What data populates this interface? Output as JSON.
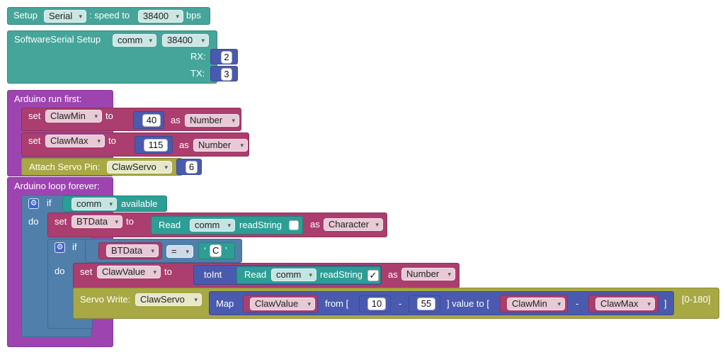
{
  "setup": {
    "label_setup": "Setup",
    "port": "Serial",
    "label_speed": ": speed to",
    "baud": "38400",
    "label_bps": "bps"
  },
  "software_serial": {
    "label": "SoftwareSerial Setup",
    "name": "comm",
    "baud": "38400",
    "rx_label": "RX:",
    "rx_value": "2",
    "tx_label": "TX:",
    "tx_value": "3"
  },
  "run_first": {
    "label": "Arduino run first:",
    "set_label": "set",
    "to_label": "to",
    "as_label": "as",
    "claw_min_var": "ClawMin",
    "claw_min_value": "40",
    "claw_min_type": "Number",
    "claw_max_var": "ClawMax",
    "claw_max_value": "115",
    "claw_max_type": "Number",
    "attach_label": "Attach Servo Pin:",
    "attach_servo": "ClawServo",
    "attach_pin": "6"
  },
  "loop": {
    "label": "Arduino loop forever:",
    "if_label": "if",
    "do_label": "do",
    "comm_var": "comm",
    "available_label": "available",
    "set_label": "set",
    "to_label": "to",
    "as_label": "as",
    "btdata_var": "BTData",
    "read_label": "Read",
    "read_comm": "comm",
    "readstring_label": "readString",
    "btdata_type": "Character",
    "cmp_var": "BTData",
    "cmp_op": "=",
    "cmp_open_quote": "‘",
    "cmp_char": "C",
    "cmp_close_quote": "’",
    "clawvalue_var": "ClawValue",
    "toint_label": "toInt",
    "read2_label": "Read",
    "read2_comm": "comm",
    "readstring2_label": "readString",
    "check_mark": "✓",
    "clawvalue_type": "Number",
    "servo_write_label": "Servo Write:",
    "servo_write_servo": "ClawServo",
    "map_label": "Map",
    "map_var": "ClawValue",
    "from_label": "from [",
    "from_low": "10",
    "minus1": "-",
    "from_high": "55",
    "value_to_label": "] value to [",
    "to_low_var": "ClawMin",
    "minus2": "-",
    "to_high_var": "ClawMax",
    "close_bracket": "]",
    "range_label": "[0-180]"
  },
  "icons": {
    "dropdown": "▾",
    "gear": "⚙"
  },
  "colors": {
    "teal": "#46a59a",
    "purple": "#9d44b1",
    "steel_blue": "#4f7faa",
    "crimson": "#ab3e6e",
    "olive": "#a8a844",
    "navy": "#4a5aae"
  }
}
